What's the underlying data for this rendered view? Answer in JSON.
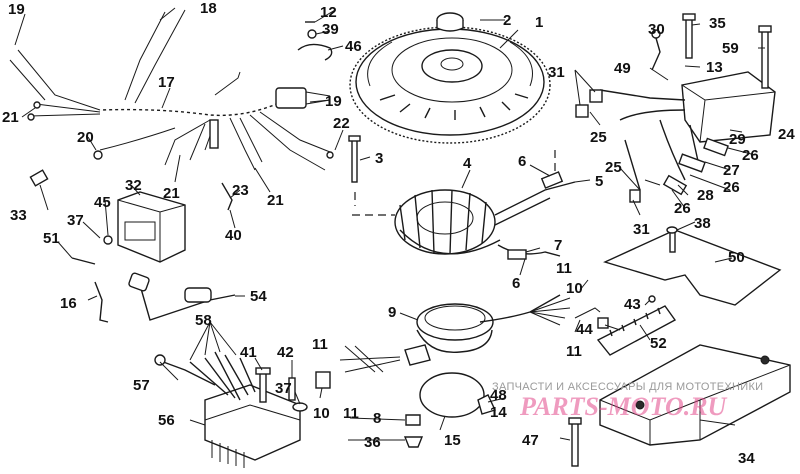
{
  "callouts": [
    {
      "id": "c1",
      "text": "1"
    },
    {
      "id": "c2",
      "text": "2"
    },
    {
      "id": "c3",
      "text": "3"
    },
    {
      "id": "c4",
      "text": "4"
    },
    {
      "id": "c5",
      "text": "5"
    },
    {
      "id": "c6a",
      "text": "6"
    },
    {
      "id": "c6b",
      "text": "6"
    },
    {
      "id": "c7",
      "text": "7"
    },
    {
      "id": "c8",
      "text": "8"
    },
    {
      "id": "c9",
      "text": "9"
    },
    {
      "id": "c10a",
      "text": "10"
    },
    {
      "id": "c10b",
      "text": "10"
    },
    {
      "id": "c11a",
      "text": "11"
    },
    {
      "id": "c11b",
      "text": "11"
    },
    {
      "id": "c11c",
      "text": "11"
    },
    {
      "id": "c11d",
      "text": "11"
    },
    {
      "id": "c12",
      "text": "12"
    },
    {
      "id": "c13",
      "text": "13"
    },
    {
      "id": "c14",
      "text": "14"
    },
    {
      "id": "c15",
      "text": "15"
    },
    {
      "id": "c16",
      "text": "16"
    },
    {
      "id": "c17",
      "text": "17"
    },
    {
      "id": "c18",
      "text": "18"
    },
    {
      "id": "c19a",
      "text": "19"
    },
    {
      "id": "c19b",
      "text": "19"
    },
    {
      "id": "c20",
      "text": "20"
    },
    {
      "id": "c21a",
      "text": "21"
    },
    {
      "id": "c21b",
      "text": "21"
    },
    {
      "id": "c21c",
      "text": "21"
    },
    {
      "id": "c22",
      "text": "22"
    },
    {
      "id": "c23",
      "text": "23"
    },
    {
      "id": "c24",
      "text": "24"
    },
    {
      "id": "c25a",
      "text": "25"
    },
    {
      "id": "c25b",
      "text": "25"
    },
    {
      "id": "c26a",
      "text": "26"
    },
    {
      "id": "c26b",
      "text": "26"
    },
    {
      "id": "c26c",
      "text": "26"
    },
    {
      "id": "c27",
      "text": "27"
    },
    {
      "id": "c28",
      "text": "28"
    },
    {
      "id": "c29",
      "text": "29"
    },
    {
      "id": "c30",
      "text": "30"
    },
    {
      "id": "c31a",
      "text": "31"
    },
    {
      "id": "c31b",
      "text": "31"
    },
    {
      "id": "c32",
      "text": "32"
    },
    {
      "id": "c33",
      "text": "33"
    },
    {
      "id": "c34",
      "text": "34"
    },
    {
      "id": "c35",
      "text": "35"
    },
    {
      "id": "c36",
      "text": "36"
    },
    {
      "id": "c37a",
      "text": "37"
    },
    {
      "id": "c37b",
      "text": "37"
    },
    {
      "id": "c38",
      "text": "38"
    },
    {
      "id": "c39",
      "text": "39"
    },
    {
      "id": "c40",
      "text": "40"
    },
    {
      "id": "c41",
      "text": "41"
    },
    {
      "id": "c42",
      "text": "42"
    },
    {
      "id": "c43",
      "text": "43"
    },
    {
      "id": "c44",
      "text": "44"
    },
    {
      "id": "c45",
      "text": "45"
    },
    {
      "id": "c46",
      "text": "46"
    },
    {
      "id": "c47",
      "text": "47"
    },
    {
      "id": "c48",
      "text": "48"
    },
    {
      "id": "c49",
      "text": "49"
    },
    {
      "id": "c50",
      "text": "50"
    },
    {
      "id": "c51",
      "text": "51"
    },
    {
      "id": "c52",
      "text": "52"
    },
    {
      "id": "c54",
      "text": "54"
    },
    {
      "id": "c56",
      "text": "56"
    },
    {
      "id": "c57",
      "text": "57"
    },
    {
      "id": "c58",
      "text": "58"
    },
    {
      "id": "c59",
      "text": "59"
    }
  ],
  "watermark": {
    "line1": "ЗАПЧАСТИ И АКСЕССУАРЫ ДЛЯ МОТОТЕХНИКИ",
    "line2": "PARTS-MOTO.RU"
  }
}
